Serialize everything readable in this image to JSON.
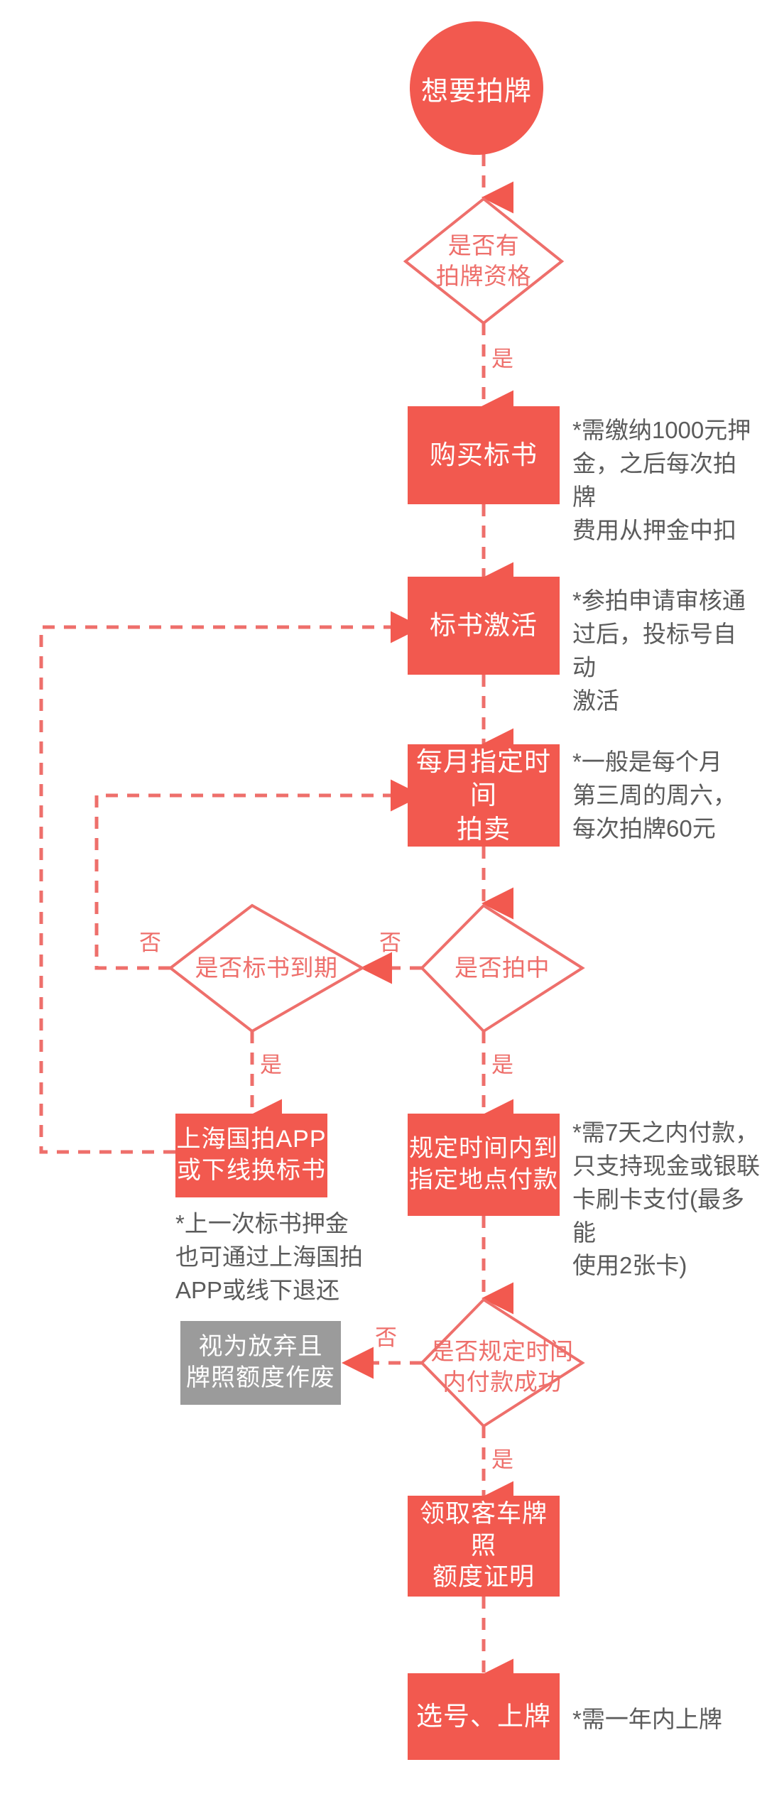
{
  "diagram": {
    "title": "汽车拍牌流程图",
    "colors": {
      "accent_red": "#F2594F",
      "outline_red": "#EE6F6B",
      "gray_box": "#9B9B9B",
      "note_text": "#5B5B5B",
      "background": "#FFFFFF"
    },
    "nodes": {
      "start": {
        "label": "想要拍牌",
        "shape": "circle"
      },
      "d_qualify": {
        "label": "是否有\n拍牌资格",
        "shape": "diamond"
      },
      "buy_bid": {
        "label": "购买标书",
        "shape": "rect"
      },
      "activate_bid": {
        "label": "标书激活",
        "shape": "rect"
      },
      "monthly_auction": {
        "label": "每月指定时间\n拍卖",
        "shape": "rect"
      },
      "d_expired": {
        "label": "是否标书到期",
        "shape": "diamond"
      },
      "d_won": {
        "label": "是否拍中",
        "shape": "diamond"
      },
      "renew_bid": {
        "label": "上海国拍APP\n或下线换标书",
        "shape": "rect"
      },
      "pay_onsite": {
        "label": "规定时间内到\n指定地点付款",
        "shape": "rect"
      },
      "d_paid": {
        "label": "是否规定时间\n内付款成功",
        "shape": "diamond"
      },
      "forfeit": {
        "label": "视为放弃且\n牌照额度作废",
        "shape": "rect",
        "style": "gray"
      },
      "get_cert": {
        "label": "领取客车牌照\n额度证明",
        "shape": "rect"
      },
      "pick_plate": {
        "label": "选号、上牌",
        "shape": "rect"
      }
    },
    "notes": {
      "buy_bid": "*需缴纳1000元押\n金，之后每次拍牌\n费用从押金中扣",
      "activate_bid": "*参拍申请审核通\n过后，投标号自动\n激活",
      "monthly_auction": "*一般是每个月\n第三周的周六，\n每次拍牌60元",
      "renew_bid": "*上一次标书押金\n也可通过上海国拍\nAPP或线下退还",
      "pay_onsite": "*需7天之内付款，\n只支持现金或银联\n卡刷卡支付(最多能\n使用2张卡)",
      "pick_plate": "*需一年内上牌"
    },
    "edge_labels": {
      "qualify_yes": "是",
      "won_no": "否",
      "won_yes": "是",
      "expired_no": "否",
      "expired_yes": "是",
      "paid_no": "否",
      "paid_yes": "是"
    }
  }
}
